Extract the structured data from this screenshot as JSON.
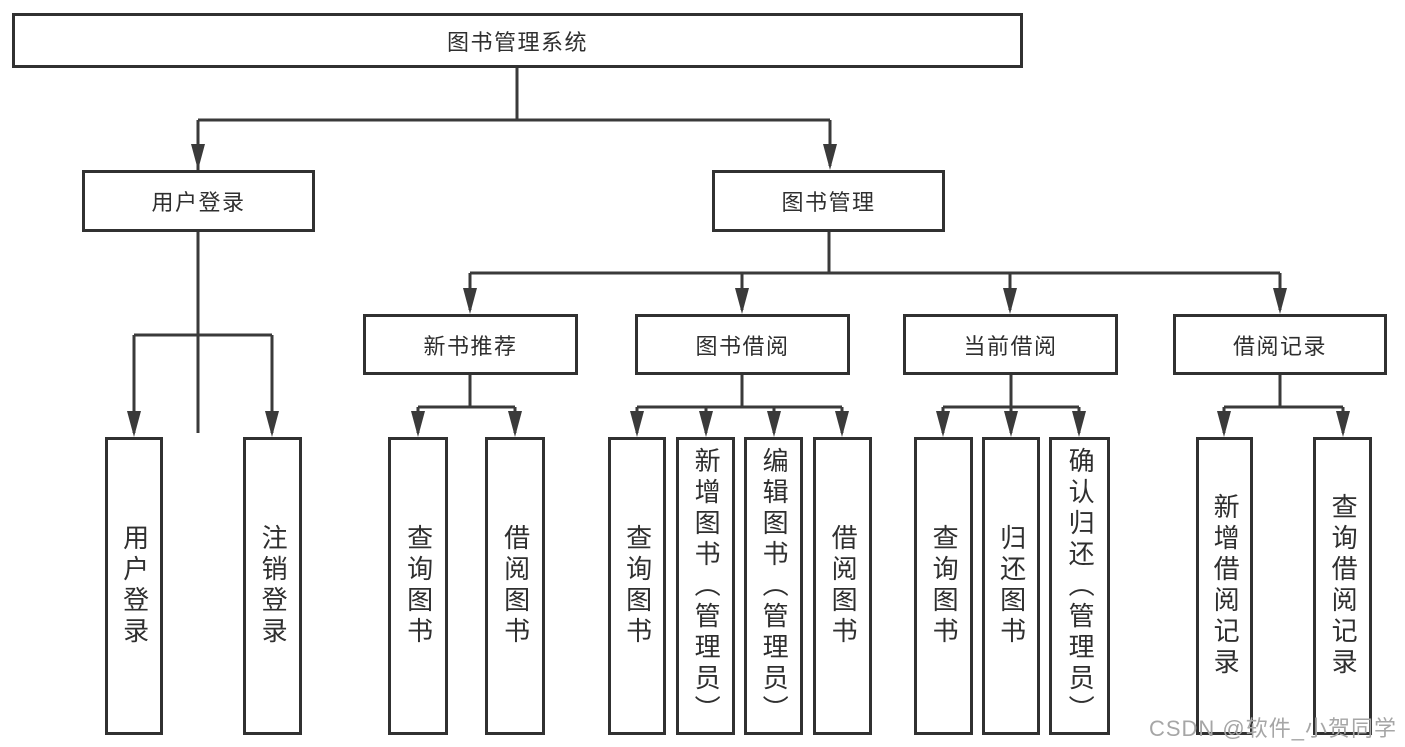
{
  "diagram": {
    "root": {
      "label": "图书管理系统"
    },
    "branches": [
      {
        "label": "用户登录",
        "children": [
          {
            "label": "用户登录"
          },
          {
            "label": "注销登录"
          }
        ]
      },
      {
        "label": "图书管理",
        "children": [
          {
            "label": "新书推荐",
            "children": [
              {
                "label": "查询图书"
              },
              {
                "label": "借阅图书"
              }
            ]
          },
          {
            "label": "图书借阅",
            "children": [
              {
                "label": "查询图书"
              },
              {
                "label": "新增图书（管理员）"
              },
              {
                "label": "编辑图书（管理员）"
              },
              {
                "label": "借阅图书"
              }
            ]
          },
          {
            "label": "当前借阅",
            "children": [
              {
                "label": "查询图书"
              },
              {
                "label": "归还图书"
              },
              {
                "label": "确认归还（管理员）"
              }
            ]
          },
          {
            "label": "借阅记录",
            "children": [
              {
                "label": "新增借阅记录"
              },
              {
                "label": "查询借阅记录"
              }
            ]
          }
        ]
      }
    ]
  },
  "watermark": {
    "text": "CSDN @软件_小贺同学"
  },
  "colors": {
    "line": "#3a3a3a",
    "box_border": "#313131",
    "text": "#2f2f2f",
    "watermark": "#a6a6a6",
    "background": "#ffffff"
  }
}
